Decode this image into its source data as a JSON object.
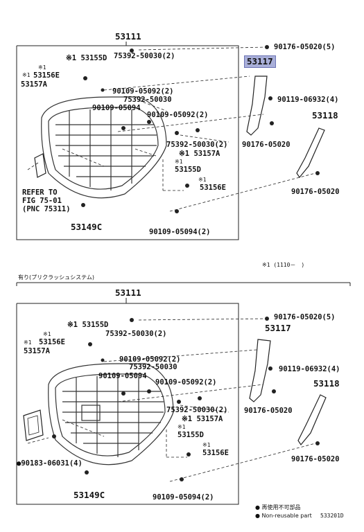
{
  "top": {
    "assembly_no": "53111",
    "labels": {
      "p53155D": "※1 53155D",
      "p75392a": "75392-50030(2)",
      "p90176a": "90176-05020(5)",
      "p53117": "53117",
      "star1": "※1",
      "p53156E_l": "※1",
      "p53156E": "53156E",
      "p53157A": "53157A",
      "p90109_05092a": "90109-05092(2)",
      "p75392b": "75392-50030",
      "p90119": "90119-06932(4)",
      "p90109_05094": "90109-05094",
      "p90109_05092b": "90109-05092(2)",
      "p53118": "53118",
      "p75392c": "75392-50030(2)",
      "p53157A_r": "※1 53157A",
      "p90176b": "90176-05020",
      "p53155D_r_star": "※1",
      "p53155D_r": "53155D",
      "p53156E_r_star": "※1",
      "p53156E_r": "53156E",
      "refer1": "REFER TO",
      "refer2": "FIG 75-01",
      "refer3": "(PNC 75311)",
      "p90176c": "90176-05020",
      "p53149C": "53149C",
      "p90109_05094b": "90109-05094(2)"
    }
  },
  "note_top": "※1 (1110－　)",
  "section_heading": "有り(プリクラッシュシステム)",
  "bottom": {
    "assembly_no": "53111",
    "labels": {
      "p53155D": "※1 53155D",
      "p75392a": "75392-50030(2)",
      "p90176a": "90176-05020(5)",
      "p53156E_star": "※1",
      "p53156E_l2": "※1",
      "p53156E": "53156E",
      "p53157A": "53157A",
      "p53117": "53117",
      "p90109_05092a": "90109-05092(2)",
      "p75392b": "75392-50030",
      "p90119": "90119-06932(4)",
      "p90109_05094": "90109-05094",
      "p90109_05092b": "90109-05092(2)",
      "p53118": "53118",
      "p75392c": "75392-50030(2)",
      "p53157A_r": "※1 53157A",
      "p53155D_r_star": "※1",
      "p53155D_r": "53155D",
      "p90176b": "90176-05020",
      "p53156E_r_star": "※1",
      "p53156E_r": "53156E",
      "p90183": "●90183-06031(4)",
      "p90176c": "90176-05020",
      "p53149C": "53149C",
      "p90109_05094b": "90109-05094(2)"
    }
  },
  "legend": {
    "jp": "● 再使用不可部品",
    "en": "● Non-reusable part",
    "code": "533201D"
  }
}
